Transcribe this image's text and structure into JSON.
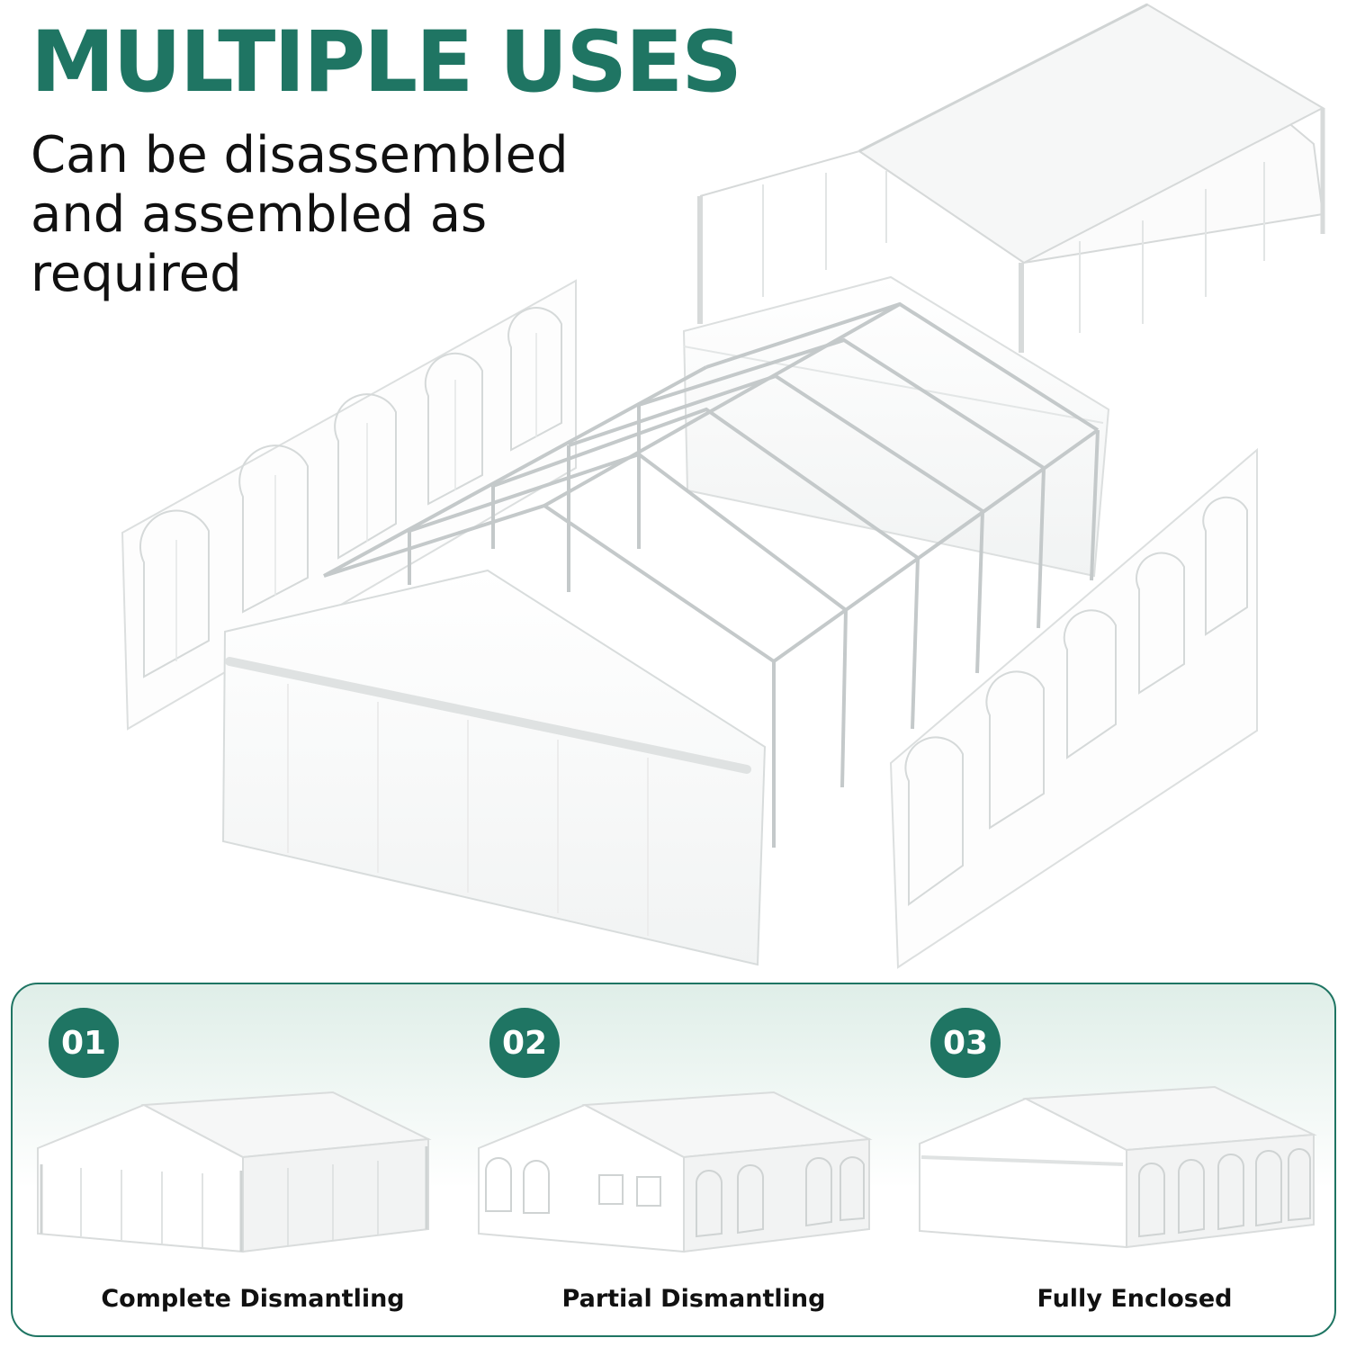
{
  "header": {
    "title": "MULTIPLE USES",
    "subtitle": "Can be disassembled and assembled as required"
  },
  "options": [
    {
      "number": "01",
      "label": "Complete Dismantling",
      "thumb": "tent-open-sides"
    },
    {
      "number": "02",
      "label": "Partial Dismantling",
      "thumb": "tent-partial-walls"
    },
    {
      "number": "03",
      "label": "Fully Enclosed",
      "thumb": "tent-fully-enclosed"
    }
  ],
  "colors": {
    "accent": "#1f7563",
    "text": "#111111",
    "panel_tint": "#dfeee8"
  },
  "illustration": "exploded-party-tent"
}
